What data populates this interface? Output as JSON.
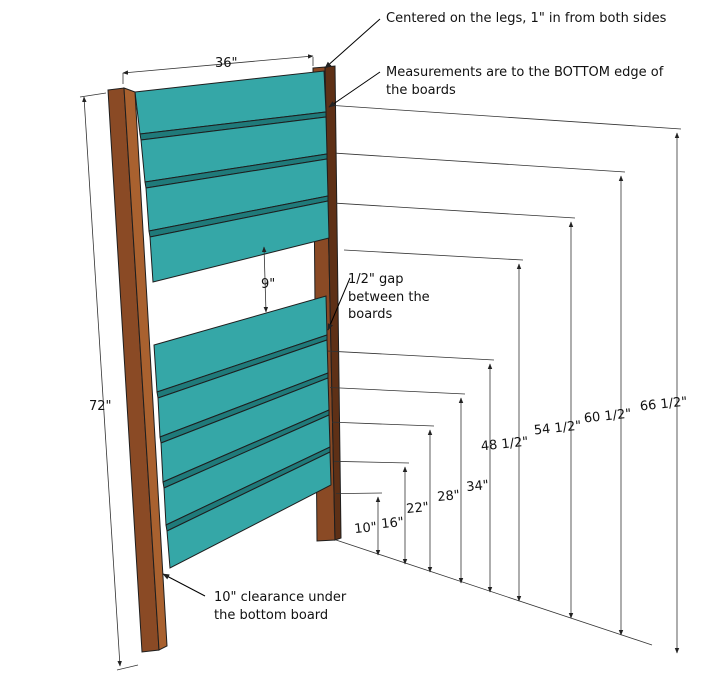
{
  "colors": {
    "board_face": "#35a7a7",
    "board_light": "#5cc3c3",
    "board_dark": "#1f7a7a",
    "leg_face": "#8a4a25",
    "leg_light": "#a9612f",
    "leg_dark": "#5e3016"
  },
  "dimensions": {
    "width": "36\"",
    "height": "72\"",
    "gap": "9\"",
    "heights": [
      "10\"",
      "16\"",
      "22\"",
      "28\"",
      "34\"",
      "48 1/2\"",
      "54 1/2\"",
      "60 1/2\"",
      "66 1/2\""
    ]
  },
  "notes": {
    "centered": "Centered on the legs, 1\" in from both sides",
    "measurements_line1": "Measurements are to the BOTTOM edge of",
    "measurements_line2": "the boards",
    "gap_line1": "1/2\" gap",
    "gap_line2": "between the",
    "gap_line3": "boards",
    "clearance_line1": "10\" clearance under",
    "clearance_line2": "the bottom board"
  }
}
